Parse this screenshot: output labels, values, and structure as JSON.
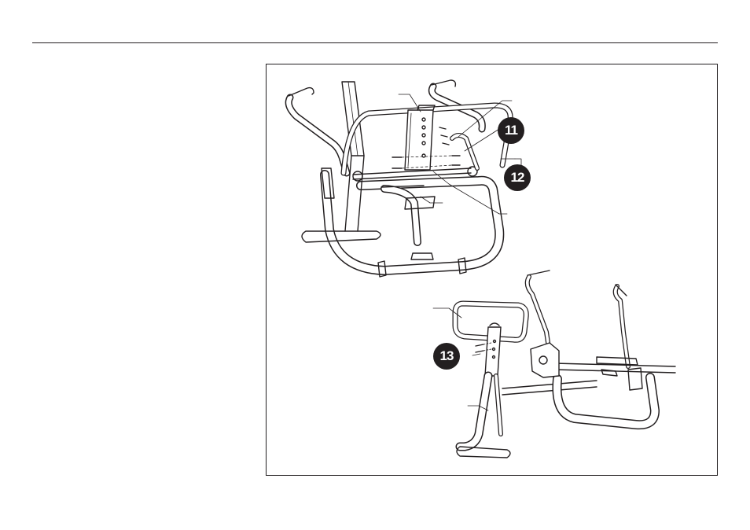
{
  "page": {
    "background": "#ffffff",
    "ink": "#231f20"
  },
  "figure": {
    "step_callouts": [
      {
        "label": "11",
        "icon": "step-number-badge"
      },
      {
        "label": "12",
        "icon": "step-number-badge"
      },
      {
        "label": "13",
        "icon": "step-number-badge"
      }
    ]
  }
}
